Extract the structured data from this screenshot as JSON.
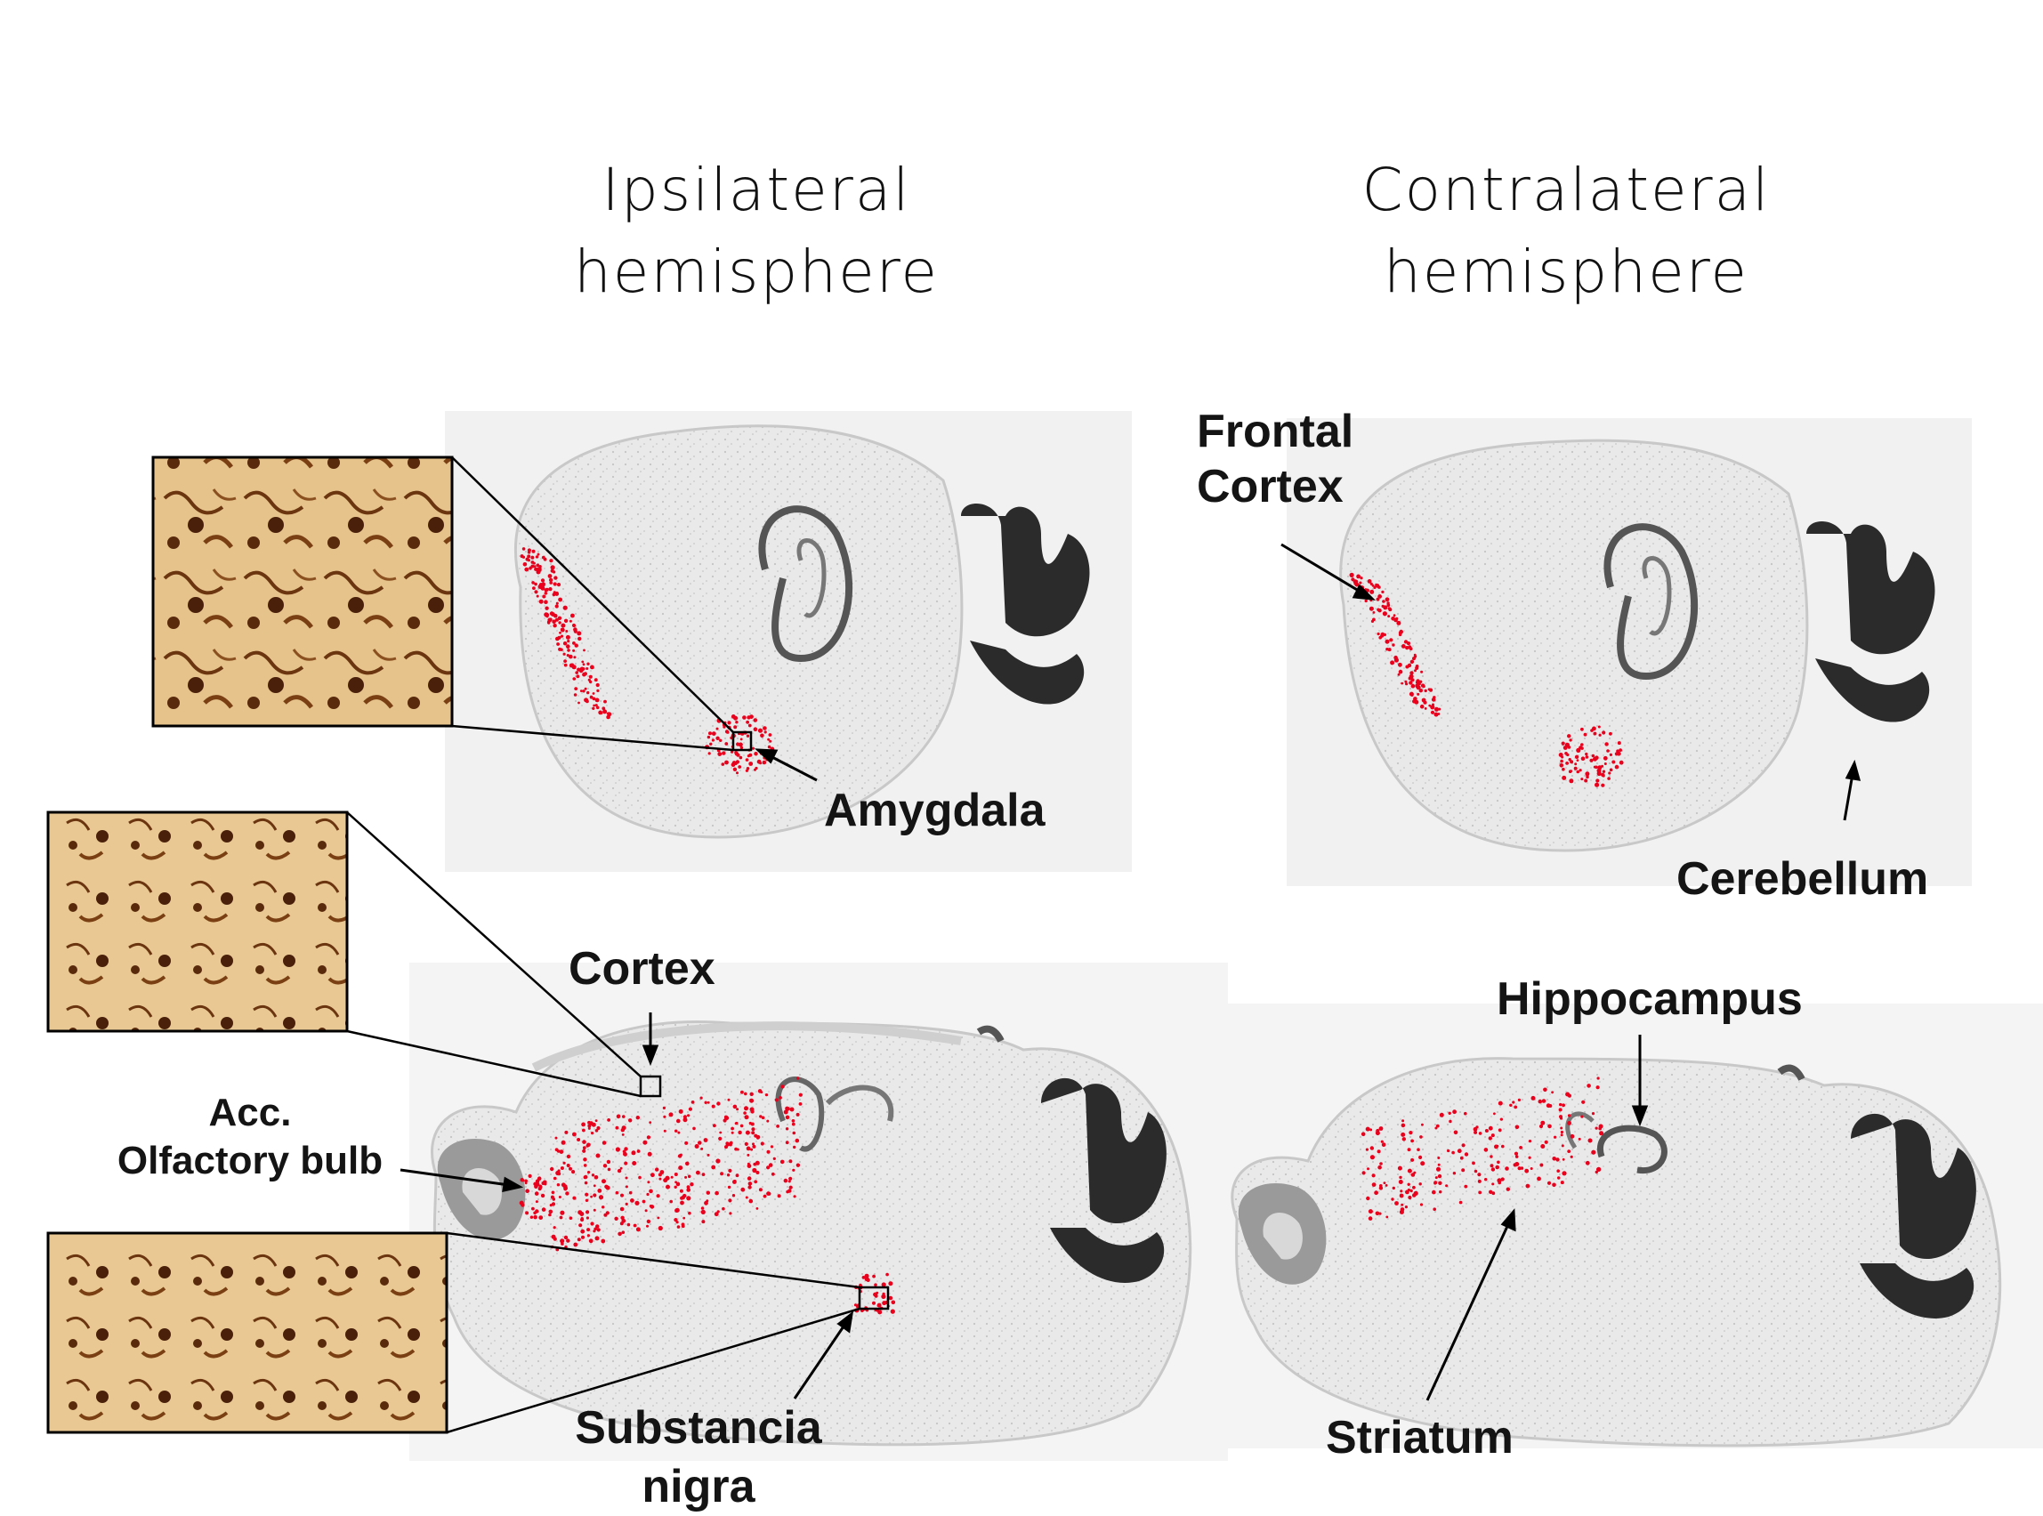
{
  "headings": {
    "ipsilateral": [
      "Ipsilateral",
      "hemisphere"
    ],
    "contralateral": [
      "Contralateral",
      "hemisphere"
    ]
  },
  "labels": {
    "amygdala": "Amygdala",
    "frontal_cortex": [
      "Frontal",
      "Cortex"
    ],
    "cerebellum": "Cerebellum",
    "cortex": "Cortex",
    "hippocampus": "Hippocampus",
    "acc_olfactory_bulb": [
      "Acc.",
      "Olfactory bulb"
    ],
    "substancia_nigra": [
      "Substancia",
      "nigra"
    ],
    "striatum": "Striatum"
  },
  "colors": {
    "marker": "#e8001c",
    "tissue": "#e6e6e6",
    "cerebellum_folia": "#2a2a2a",
    "stain_background": "#e7c38c",
    "stain_cells": "#5a2a0c",
    "heading_accent": "#8b1a3a"
  }
}
